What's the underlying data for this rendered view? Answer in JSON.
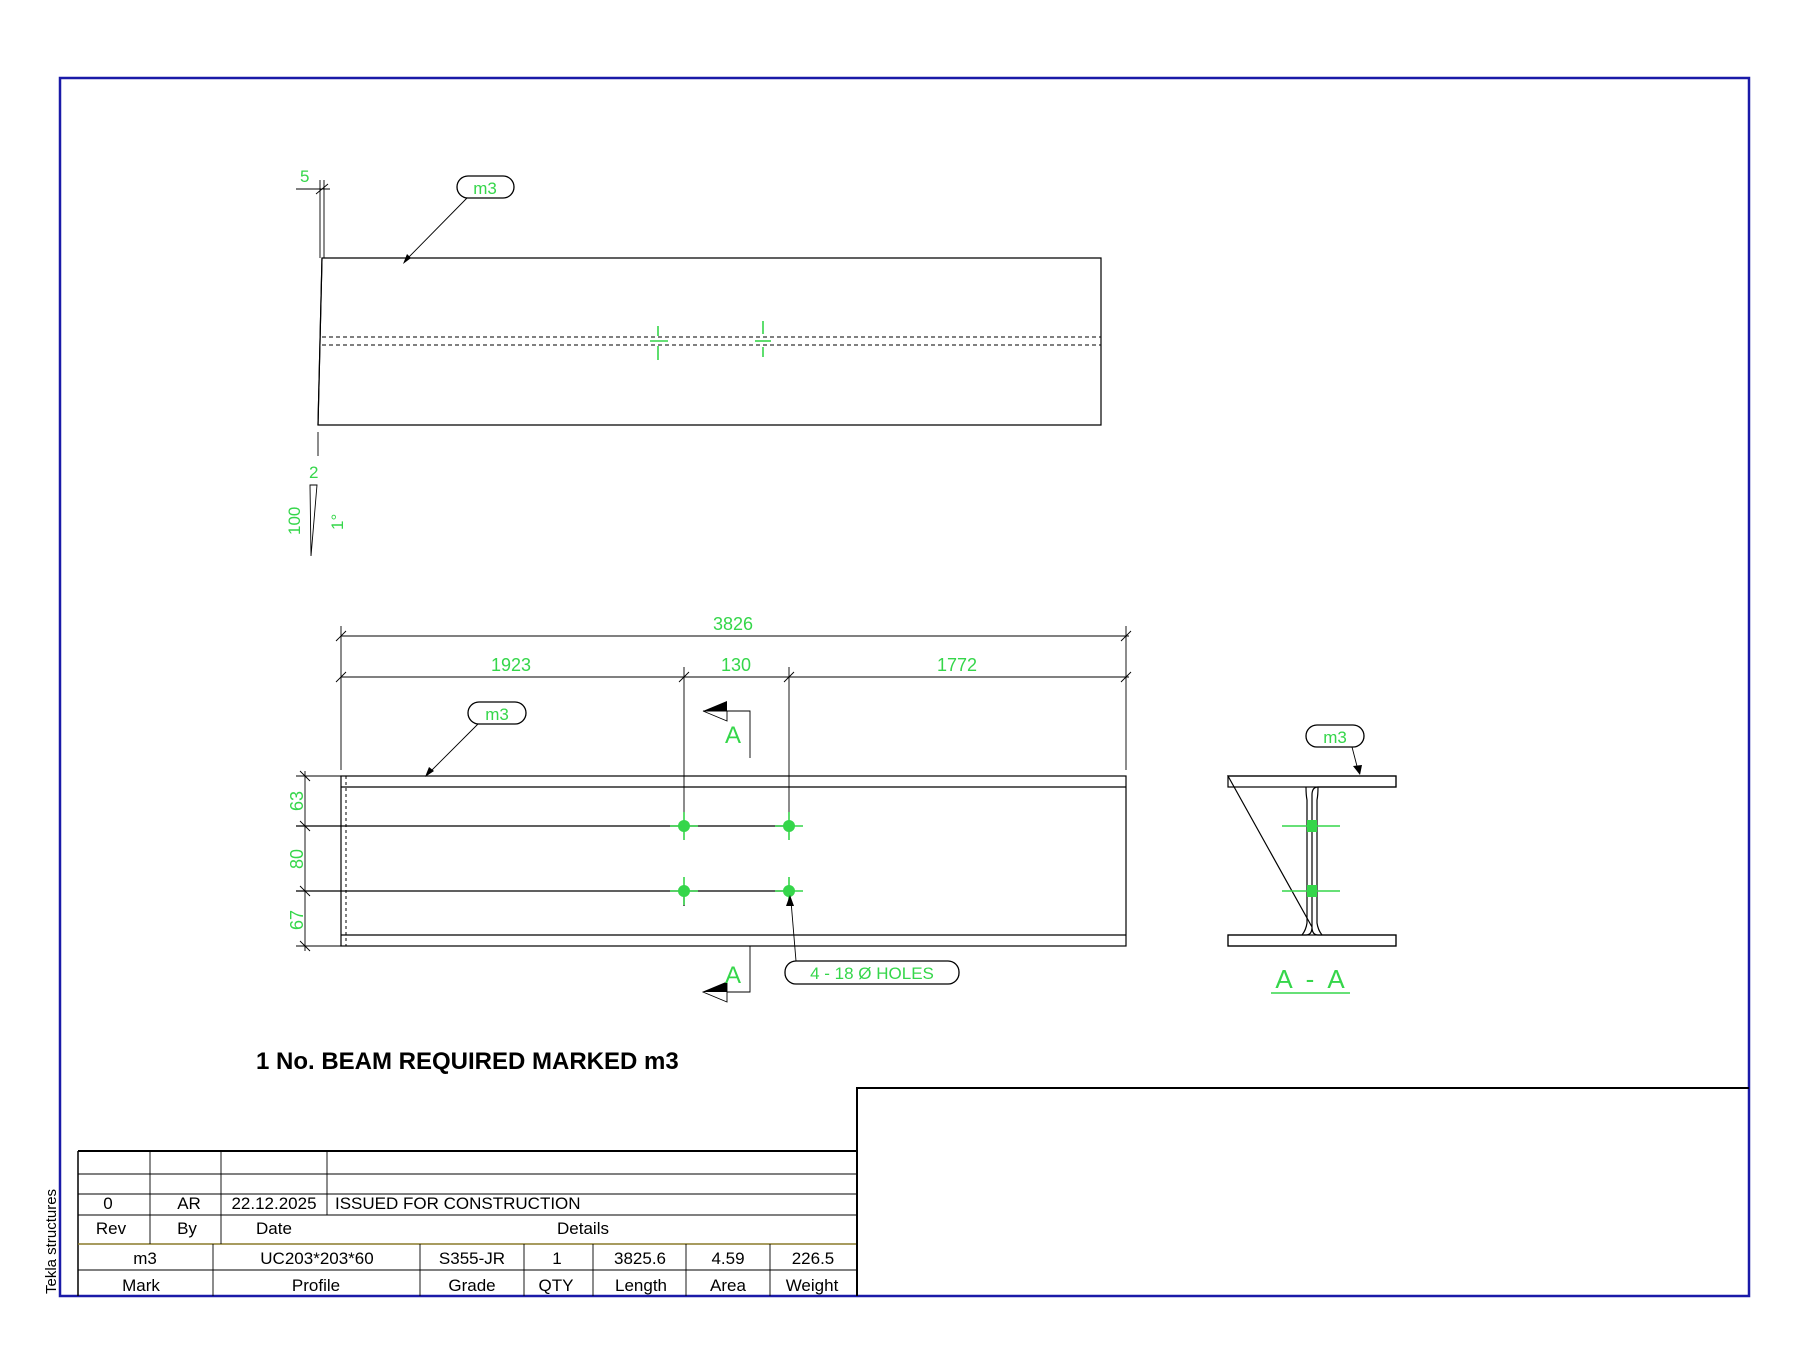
{
  "drawing": {
    "side_label": "Tekla structures",
    "title_note": "1 No. BEAM REQUIRED MARKED m3",
    "top_view": {
      "part_mark": "m3",
      "end_dim": "5",
      "bottom_dim": "2",
      "slope_rise": "100",
      "slope_angle": "1°"
    },
    "front_view": {
      "part_mark": "m3",
      "overall": "3826",
      "dim_left": "1923",
      "dim_mid": "130",
      "dim_right": "1772",
      "vert_top": "63",
      "vert_mid": "80",
      "vert_bot": "67",
      "section_letter_top": "A",
      "section_letter_bottom": "A",
      "hole_note": "4 - 18 Ø HOLES"
    },
    "section_view": {
      "part_mark": "m3",
      "title": "A  -  A"
    }
  },
  "revision_table": {
    "rows": [
      {
        "rev": "",
        "by": "",
        "date": "",
        "details": ""
      },
      {
        "rev": "",
        "by": "",
        "date": "",
        "details": ""
      },
      {
        "rev": "0",
        "by": "AR",
        "date": "22.12.2025",
        "details": "ISSUED FOR CONSTRUCTION"
      }
    ],
    "headers": {
      "rev": "Rev",
      "by": "By",
      "date": "Date",
      "details": "Details"
    }
  },
  "parts_table": {
    "values": {
      "mark": "m3",
      "profile": "UC203*203*60",
      "grade": "S355-JR",
      "qty": "1",
      "length": "3825.6",
      "area": "4.59",
      "weight": "226.5"
    },
    "headers": {
      "mark": "Mark",
      "profile": "Profile",
      "grade": "Grade",
      "qty": "QTY",
      "length": "Length",
      "area": "Area",
      "weight": "Weight"
    }
  },
  "colors": {
    "frame": "#1a1aa8",
    "annotation": "#35d64a",
    "line": "#000000",
    "divider": "#8a7a2a"
  }
}
